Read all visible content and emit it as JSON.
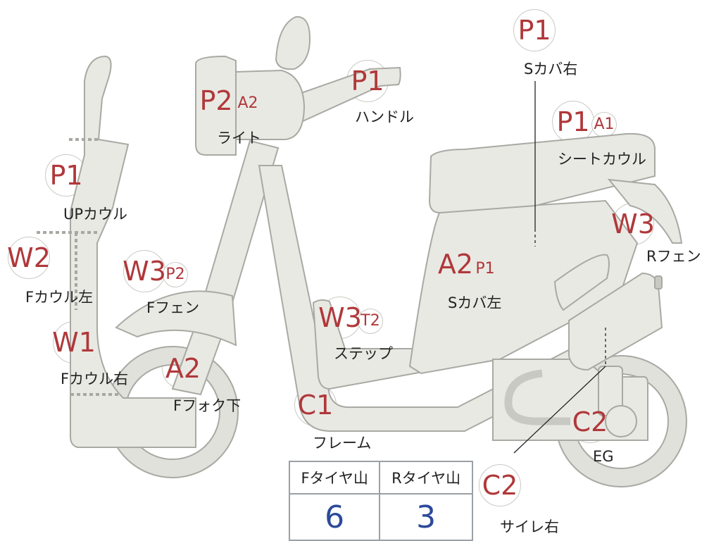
{
  "parts": {
    "s_cover_right": {
      "grade": "P1",
      "label": "Sカバ右"
    },
    "handle": {
      "grade": "P1",
      "label": "ハンドル"
    },
    "light": {
      "grade": "P2",
      "sub": "A2",
      "label": "ライト"
    },
    "seat_cowl": {
      "grade": "P1",
      "sub": "A1",
      "label": "シートカウル"
    },
    "up_cowl": {
      "grade": "P1",
      "label": "UPカウル"
    },
    "r_fender": {
      "grade": "W3",
      "label": "Rフェン"
    },
    "f_cowl_left": {
      "grade": "W2",
      "label": "Fカウル左"
    },
    "f_fender": {
      "grade": "W3",
      "sub": "P2",
      "label": "Fフェン"
    },
    "s_cover_left": {
      "grade": "A2",
      "sub": "P1",
      "label": "Sカバ左"
    },
    "step": {
      "grade": "W3",
      "sub": "T2",
      "label": "ステップ"
    },
    "f_cowl_right": {
      "grade": "W1",
      "label": "Fカウル右"
    },
    "f_fork_lower": {
      "grade": "A2",
      "label": "Fフォク下"
    },
    "frame": {
      "grade": "C1",
      "label": "フレーム"
    },
    "engine": {
      "grade": "C2",
      "label": "EG"
    },
    "muffler_right": {
      "grade": "C2",
      "label": "サイレ右"
    }
  },
  "tyre_table": {
    "front_header": "Fタイヤ山",
    "rear_header": "Rタイヤ山",
    "front_value": "6",
    "rear_value": "3"
  },
  "colors": {
    "grade_text": "#b0383a",
    "tyre_value": "#2c4a9a",
    "part_fill": "#e9e9e4"
  }
}
